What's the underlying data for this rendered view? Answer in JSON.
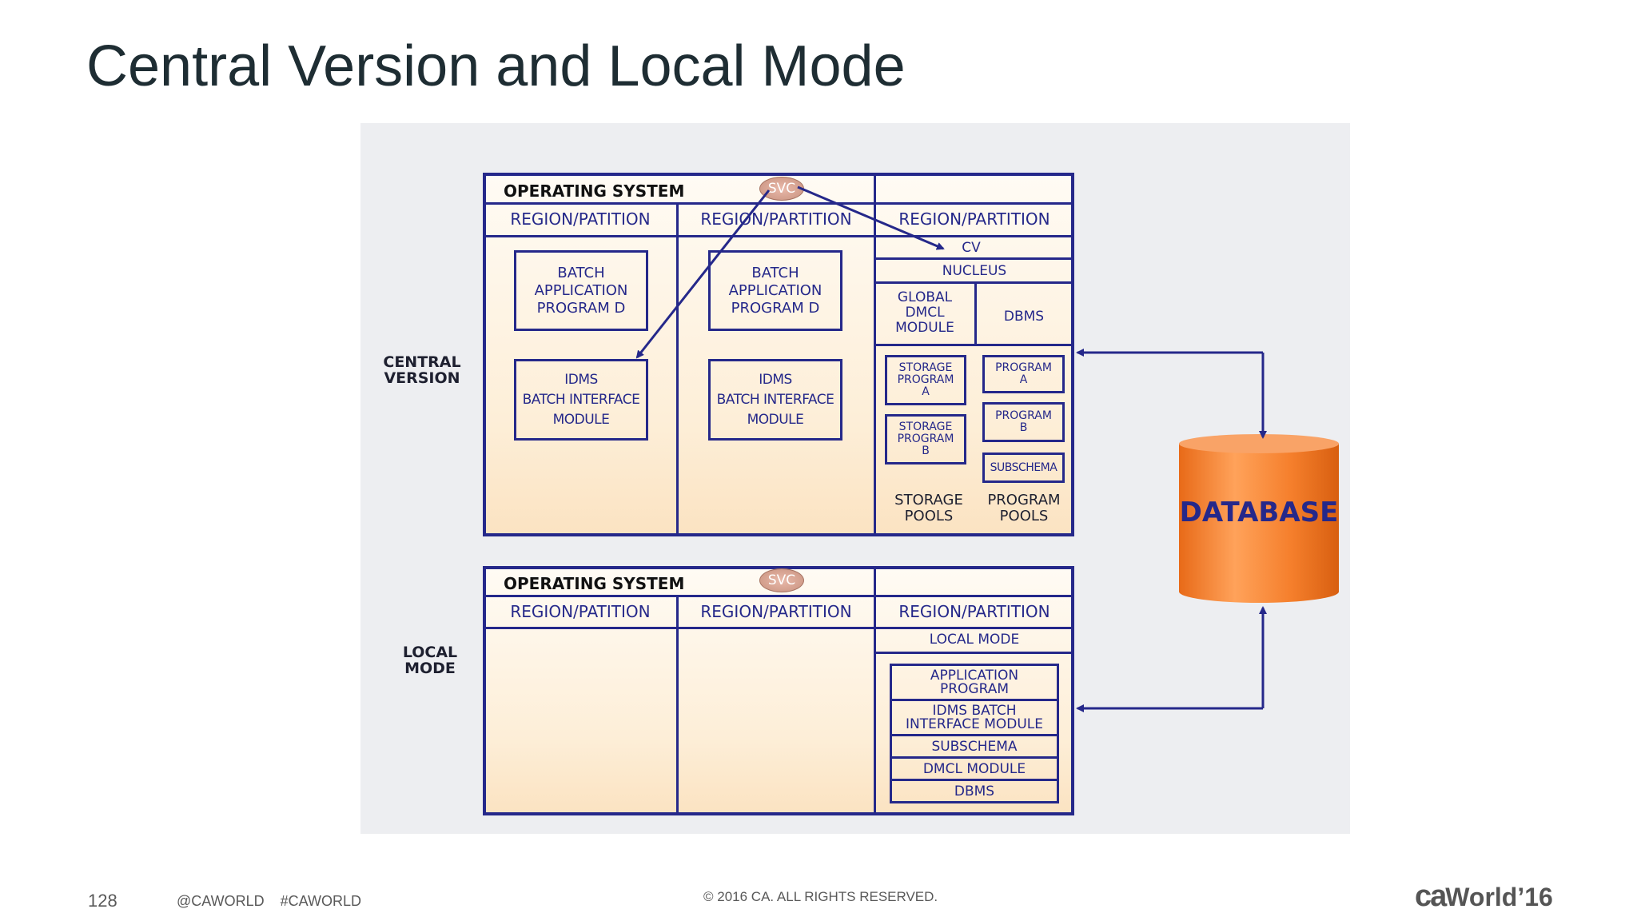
{
  "slide": {
    "title": "Central Version and Local Mode",
    "page_number": "128",
    "social": "@CAWORLD    #CAWORLD",
    "copyright": "© 2016 CA. ALL RIGHTS RESERVED.",
    "logo": {
      "prefix": "ca",
      "name": "World",
      "year": "’16"
    }
  },
  "diagram": {
    "central": {
      "side_label": "CENTRAL\nVERSION",
      "os_label": "OPERATING SYSTEM",
      "svc": "SVC",
      "col1_header": "REGION/PATITION",
      "col2_header": "REGION/PARTITION",
      "col3_header": "REGION/PARTITION",
      "batch_app_1": "BATCH\nAPPLICATION\nPROGRAM D",
      "batch_app_2": "BATCH\nAPPLICATION\nPROGRAM D",
      "idms_1": "IDMS\nBATCH INTERFACE\nMODULE",
      "idms_2": "IDMS\nBATCH INTERFACE\nMODULE",
      "cv": "CV",
      "nucleus": "NUCLEUS",
      "global_dmcl": "GLOBAL\nDMCL\nMODULE",
      "dbms": "DBMS",
      "storage_a": "STORAGE\nPROGRAM\nA",
      "storage_b": "STORAGE\nPROGRAM\nB",
      "program_a": "PROGRAM\nA",
      "program_b": "PROGRAM\nB",
      "subschema": "SUBSCHEMA",
      "storage_pools": "STORAGE\nPOOLS",
      "program_pools": "PROGRAM\nPOOLS"
    },
    "local": {
      "side_label": "LOCAL\nMODE",
      "os_label": "OPERATING SYSTEM",
      "svc": "SVC",
      "col1_header": "REGION/PATITION",
      "col2_header": "REGION/PARTITION",
      "col3_header": "REGION/PARTITION",
      "local_mode": "LOCAL MODE",
      "stack": [
        "APPLICATION\nPROGRAM",
        "IDMS BATCH\nINTERFACE MODULE",
        "SUBSCHEMA",
        "DMCL MODULE",
        "DBMS"
      ]
    },
    "database": "DATABASE"
  },
  "colors": {
    "line": "#25288a",
    "database_fill": "#f07e2c",
    "database_text": "#25288a",
    "background": "#edeef1"
  }
}
